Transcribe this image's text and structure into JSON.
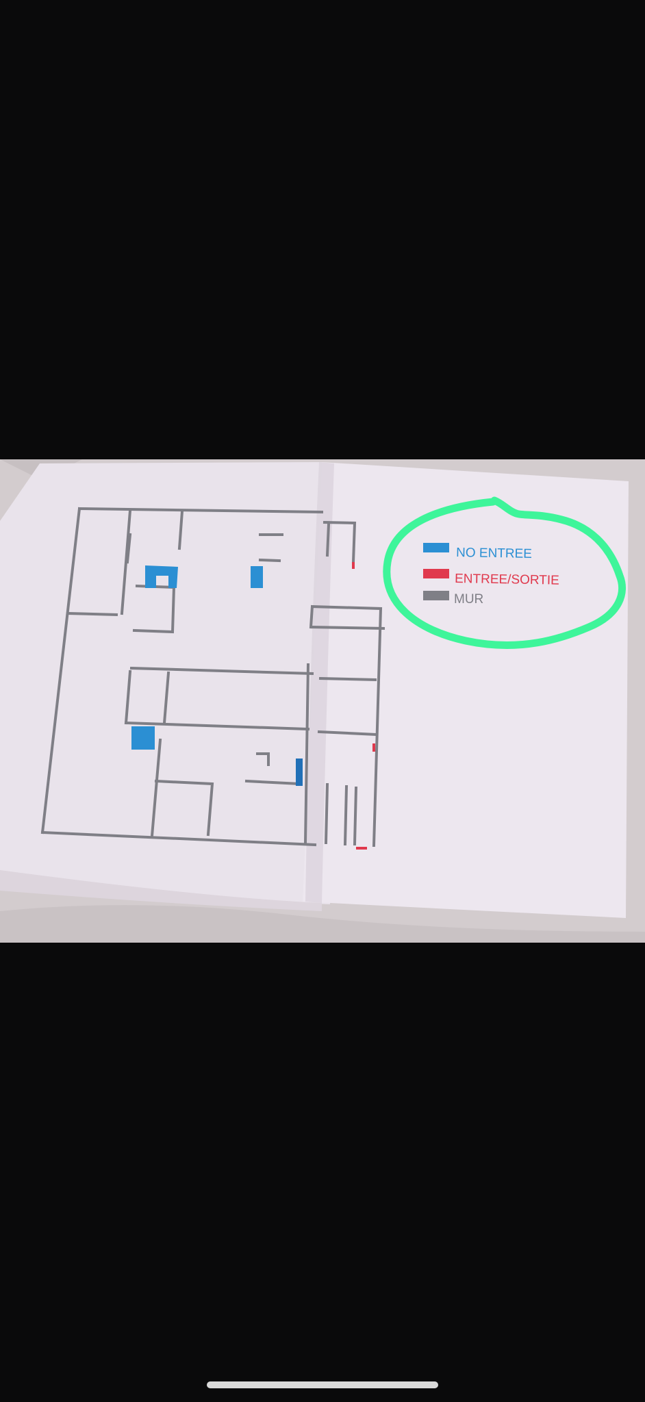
{
  "photo": {
    "legend": {
      "items": [
        {
          "label": "NO ENTREE",
          "color": "#2b8fd3"
        },
        {
          "label": "ENTREE/SORTIE",
          "color": "#e0394d"
        },
        {
          "label": "MUR",
          "color": "#7f7f86"
        }
      ],
      "highlight_color": "#3ef59a"
    },
    "plan": {
      "wall_color": "#7f7f86",
      "no_entry_color": "#2b8fd3",
      "entry_exit_color": "#e0394d",
      "paper_color": "#ece6ee"
    }
  }
}
